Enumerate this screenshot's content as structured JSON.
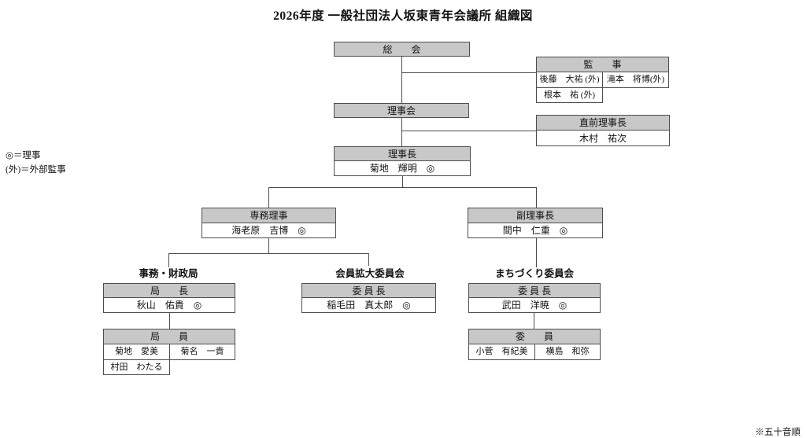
{
  "title": "2026年度 一般社団法人坂東青年会議所 組織図",
  "legend": {
    "line1": "◎＝理事",
    "line2": "(外)＝外部監事"
  },
  "footnote": "※五十音順",
  "org": {
    "general_assembly": "総　　会",
    "auditors": {
      "title": "監　　事",
      "member1": "後藤　大祐 (外)",
      "member2": "滝本　将博(外)",
      "member3": "根本　祐 (外)"
    },
    "board_of_directors": "理事会",
    "immediate_past_president": {
      "title": "直前理事長",
      "name": "木村　祐次"
    },
    "president": {
      "title": "理事長",
      "name": "菊地　輝明　◎"
    },
    "executive_director": {
      "title": "専務理事",
      "name": "海老原　吉博　◎"
    },
    "vice_president": {
      "title": "副理事長",
      "name": "間中　仁重　◎"
    },
    "admin_finance_bureau": {
      "label": "事務・財政局",
      "chief_title": "局　　長",
      "chief_name": "秋山　佑貴　◎",
      "staff_title": "局　　員",
      "staff1": "菊地　愛美",
      "staff2": "菊名　一貴",
      "staff3": "村田　わたる"
    },
    "membership_expansion_committee": {
      "label": "会員拡大委員会",
      "chief_title": "委 員 長",
      "chief_name": "稲毛田　真太郎　◎"
    },
    "machizukuri_committee": {
      "label": "まちづくり委員会",
      "chief_title": "委 員 長",
      "chief_name": "武田　洋暁　◎",
      "staff_title": "委　　員",
      "staff1": "小菅　有紀美",
      "staff2": "横島　和弥"
    }
  },
  "colors": {
    "header_fill": "#c8c8c8",
    "border": "#4d4d4d",
    "text": "#111111",
    "background": "#ffffff"
  }
}
